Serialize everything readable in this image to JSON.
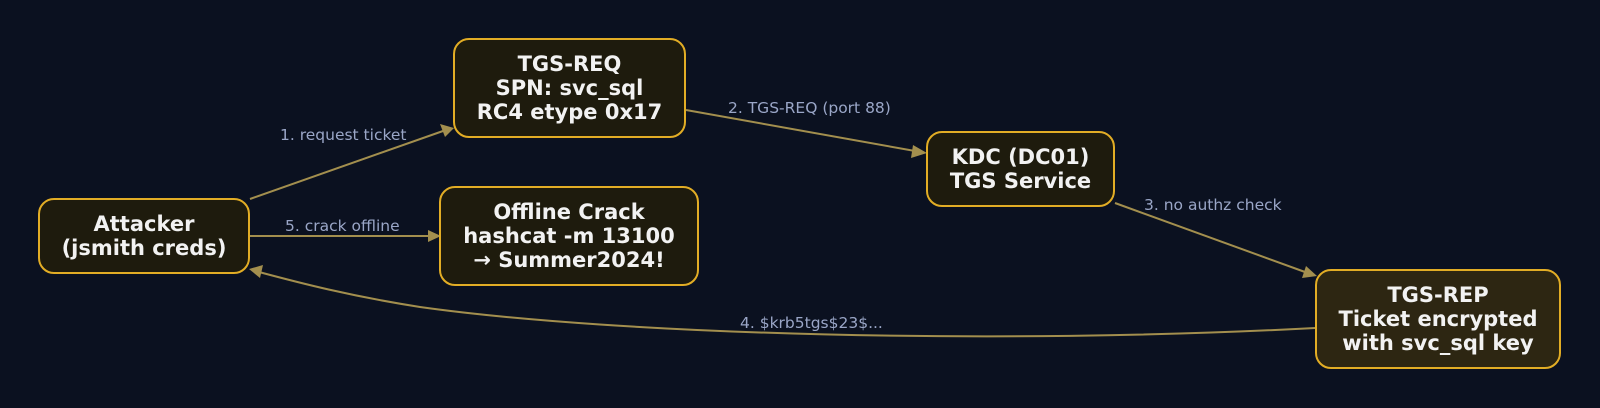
{
  "nodes": {
    "attacker": {
      "lines": [
        "Attacker",
        "(jsmith creds)"
      ]
    },
    "tgs_req": {
      "lines": [
        "TGS-REQ",
        "SPN: svc_sql",
        "RC4 etype 0x17"
      ]
    },
    "crack": {
      "lines": [
        "Offline Crack",
        "hashcat -m 13100",
        "→ Summer2024!"
      ]
    },
    "kdc": {
      "lines": [
        "KDC (DC01)",
        "TGS Service"
      ]
    },
    "tgs_rep": {
      "lines": [
        "TGS-REP",
        "Ticket encrypted",
        "with svc_sql key"
      ]
    }
  },
  "edges": {
    "e1": "1. request ticket",
    "e2": "2. TGS-REQ (port 88)",
    "e3": "3. no authz check",
    "e4": "4. $krb5tgs$23$...",
    "e5": "5. crack offline"
  },
  "colors": {
    "background": "#0b1120",
    "node_border": "#e2ad25",
    "node_fill": "#1e1b0d",
    "node_fill_reply": "#2d2612",
    "node_text": "#f2f2f2",
    "edge": "#a38f4e",
    "edge_label": "#9aa6c7"
  }
}
